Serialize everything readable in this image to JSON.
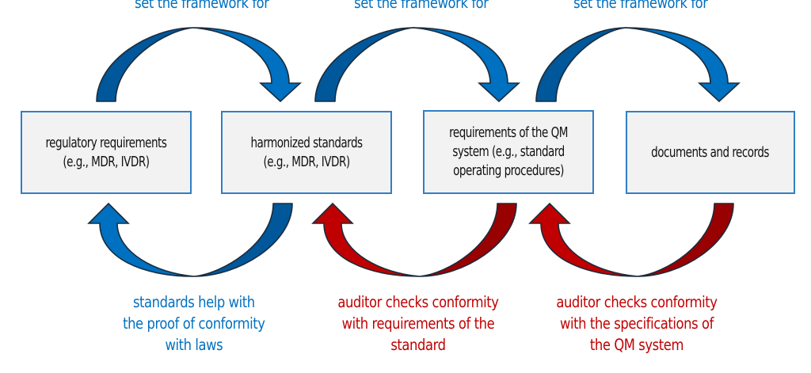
{
  "colors": {
    "blue_text": "#0070C0",
    "red_text": "#C00000",
    "blue_arrow_light": "#0070C0",
    "blue_arrow_dark": "#00579A",
    "red_arrow_light": "#C00000",
    "red_arrow_dark": "#990000",
    "arrow_outline": "#1A2B3C",
    "box_fill": "#F2F2F2",
    "box_border": "#2F7FC6"
  },
  "boxes": [
    {
      "id": "regulatory-requirements",
      "text": "regulatory requirements\n(e.g., MDR, IVDR)"
    },
    {
      "id": "harmonized-standards",
      "text": "harmonized standards\n(e.g., MDR, IVDR)"
    },
    {
      "id": "qm-system-requirements",
      "text": "requirements of the QM\nsystem (e.g., standard\noperating procedures)"
    },
    {
      "id": "documents-and-records",
      "text": "documents and records"
    }
  ],
  "top_labels": [
    {
      "text": "set the framework for",
      "color": "blue"
    },
    {
      "text": "set the framework for",
      "color": "blue"
    },
    {
      "text": "set the framework for",
      "color": "blue"
    }
  ],
  "bottom_labels": [
    {
      "text": "standards help with\nthe proof of conformity\nwith laws",
      "color": "blue"
    },
    {
      "text": "auditor checks conformity\nwith requirements of the\nstandard",
      "color": "red"
    },
    {
      "text": "auditor checks conformity\nwith the specifications of\nthe QM system",
      "color": "red"
    }
  ],
  "arrows": {
    "top": [
      {
        "from": "regulatory-requirements",
        "to": "harmonized-standards",
        "color": "blue"
      },
      {
        "from": "harmonized-standards",
        "to": "qm-system-requirements",
        "color": "blue"
      },
      {
        "from": "qm-system-requirements",
        "to": "documents-and-records",
        "color": "blue"
      }
    ],
    "bottom": [
      {
        "from": "harmonized-standards",
        "to": "regulatory-requirements",
        "color": "blue"
      },
      {
        "from": "qm-system-requirements",
        "to": "harmonized-standards",
        "color": "red"
      },
      {
        "from": "documents-and-records",
        "to": "qm-system-requirements",
        "color": "red"
      }
    ]
  }
}
